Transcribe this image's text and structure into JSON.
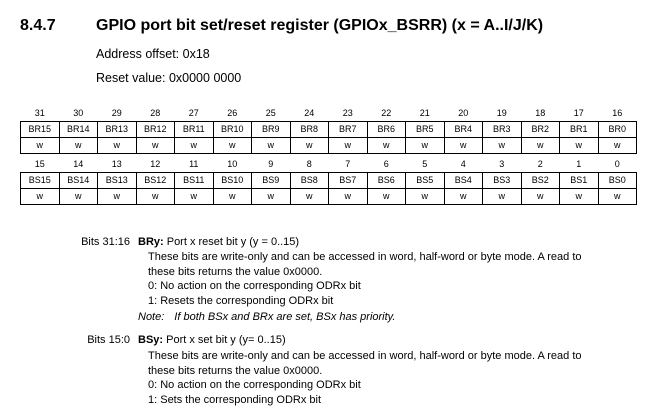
{
  "section": {
    "number": "8.4.7",
    "title": "GPIO port bit set/reset register (GPIOx_BSRR) (x = A..I/J/K)"
  },
  "address_offset": "Address offset: 0x18",
  "reset_value": "Reset value: 0x0000 0000",
  "high_half": {
    "bits": [
      "31",
      "30",
      "29",
      "28",
      "27",
      "26",
      "25",
      "24",
      "23",
      "22",
      "21",
      "20",
      "19",
      "18",
      "17",
      "16"
    ],
    "names": [
      "BR15",
      "BR14",
      "BR13",
      "BR12",
      "BR11",
      "BR10",
      "BR9",
      "BR8",
      "BR7",
      "BR6",
      "BR5",
      "BR4",
      "BR3",
      "BR2",
      "BR1",
      "BR0"
    ],
    "access": [
      "w",
      "w",
      "w",
      "w",
      "w",
      "w",
      "w",
      "w",
      "w",
      "w",
      "w",
      "w",
      "w",
      "w",
      "w",
      "w"
    ]
  },
  "low_half": {
    "bits": [
      "15",
      "14",
      "13",
      "12",
      "11",
      "10",
      "9",
      "8",
      "7",
      "6",
      "5",
      "4",
      "3",
      "2",
      "1",
      "0"
    ],
    "names": [
      "BS15",
      "BS14",
      "BS13",
      "BS12",
      "BS11",
      "BS10",
      "BS9",
      "BS8",
      "BS7",
      "BS6",
      "BS5",
      "BS4",
      "BS3",
      "BS2",
      "BS1",
      "BS0"
    ],
    "access": [
      "w",
      "w",
      "w",
      "w",
      "w",
      "w",
      "w",
      "w",
      "w",
      "w",
      "w",
      "w",
      "w",
      "w",
      "w",
      "w"
    ]
  },
  "fields": {
    "bry": {
      "bits": "Bits 31:16",
      "name": "BRy:",
      "desc": " Port x reset bit y (y = 0..15)",
      "line1": "These bits are write-only and can be accessed in word, half-word or byte mode. A read to",
      "line2": "these bits returns the value 0x0000.",
      "opt0": "0: No action on the corresponding ODRx bit",
      "opt1": "1: Resets the corresponding ODRx bit",
      "note_label": "Note:",
      "note_text": "If both BSx and BRx are set, BSx has priority."
    },
    "bsy": {
      "bits": "Bits 15:0",
      "name": "BSy:",
      "desc": " Port x set bit y (y= 0..15)",
      "line1": "These bits are write-only and can be accessed in word, half-word or byte mode. A read to",
      "line2": "these bits returns the value 0x0000.",
      "opt0": "0: No action on the corresponding ODRx bit",
      "opt1": "1: Sets the corresponding ODRx bit"
    }
  }
}
